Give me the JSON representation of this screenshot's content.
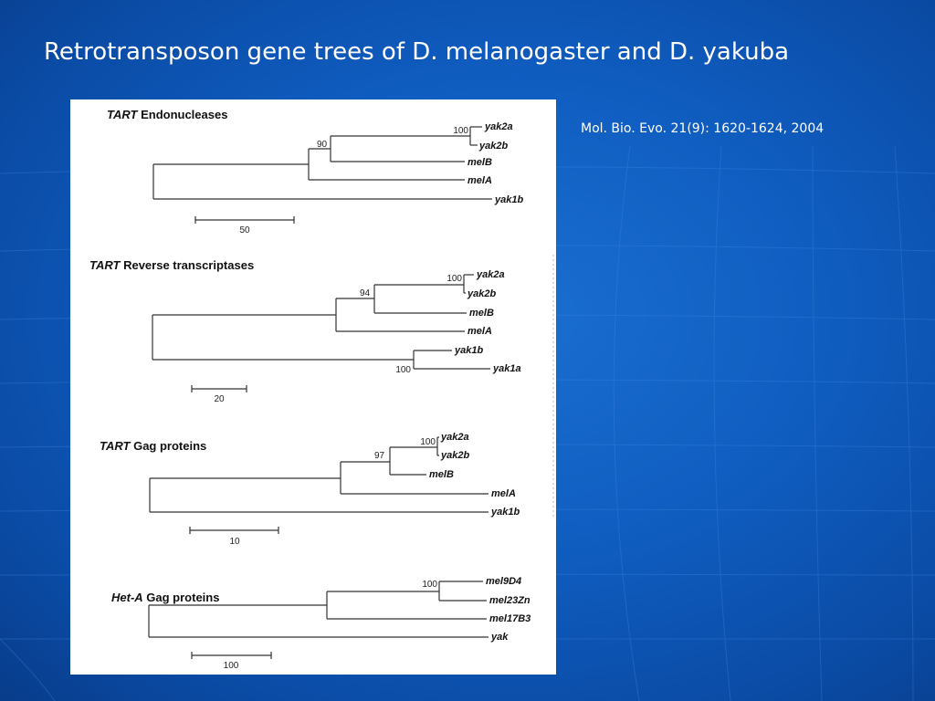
{
  "slide": {
    "title": "Retrotransposon gene trees of D. melanogaster and D. yakuba",
    "citation": "Mol. Bio. Evo. 21(9): 1620-1624, 2004"
  },
  "colors": {
    "background": "#0f5cbf",
    "figure_bg": "#ffffff",
    "branch": "#333333"
  },
  "panels": [
    {
      "title_italic": "TART",
      "title_rest": " Endonucleases",
      "leaves": [
        "yak2a",
        "yak2b",
        "melB",
        "melA",
        "yak1b"
      ],
      "bootstrap": [
        "100",
        "90"
      ],
      "scale": "50"
    },
    {
      "title_italic": "TART",
      "title_rest": " Reverse transcriptases",
      "leaves": [
        "yak2a",
        "yak2b",
        "melB",
        "melA",
        "yak1b",
        "yak1a"
      ],
      "bootstrap": [
        "100",
        "94",
        "100"
      ],
      "scale": "20"
    },
    {
      "title_italic": "TART",
      "title_rest": " Gag proteins",
      "leaves": [
        "yak2a",
        "yak2b",
        "melB",
        "melA",
        "yak1b"
      ],
      "bootstrap": [
        "100",
        "97"
      ],
      "scale": "10"
    },
    {
      "title_italic": "Het-A",
      "title_rest": " Gag proteins",
      "leaves": [
        "mel9D4",
        "mel23Zn",
        "mel17B3",
        "yak"
      ],
      "bootstrap": [
        "100"
      ],
      "scale": "100"
    }
  ]
}
